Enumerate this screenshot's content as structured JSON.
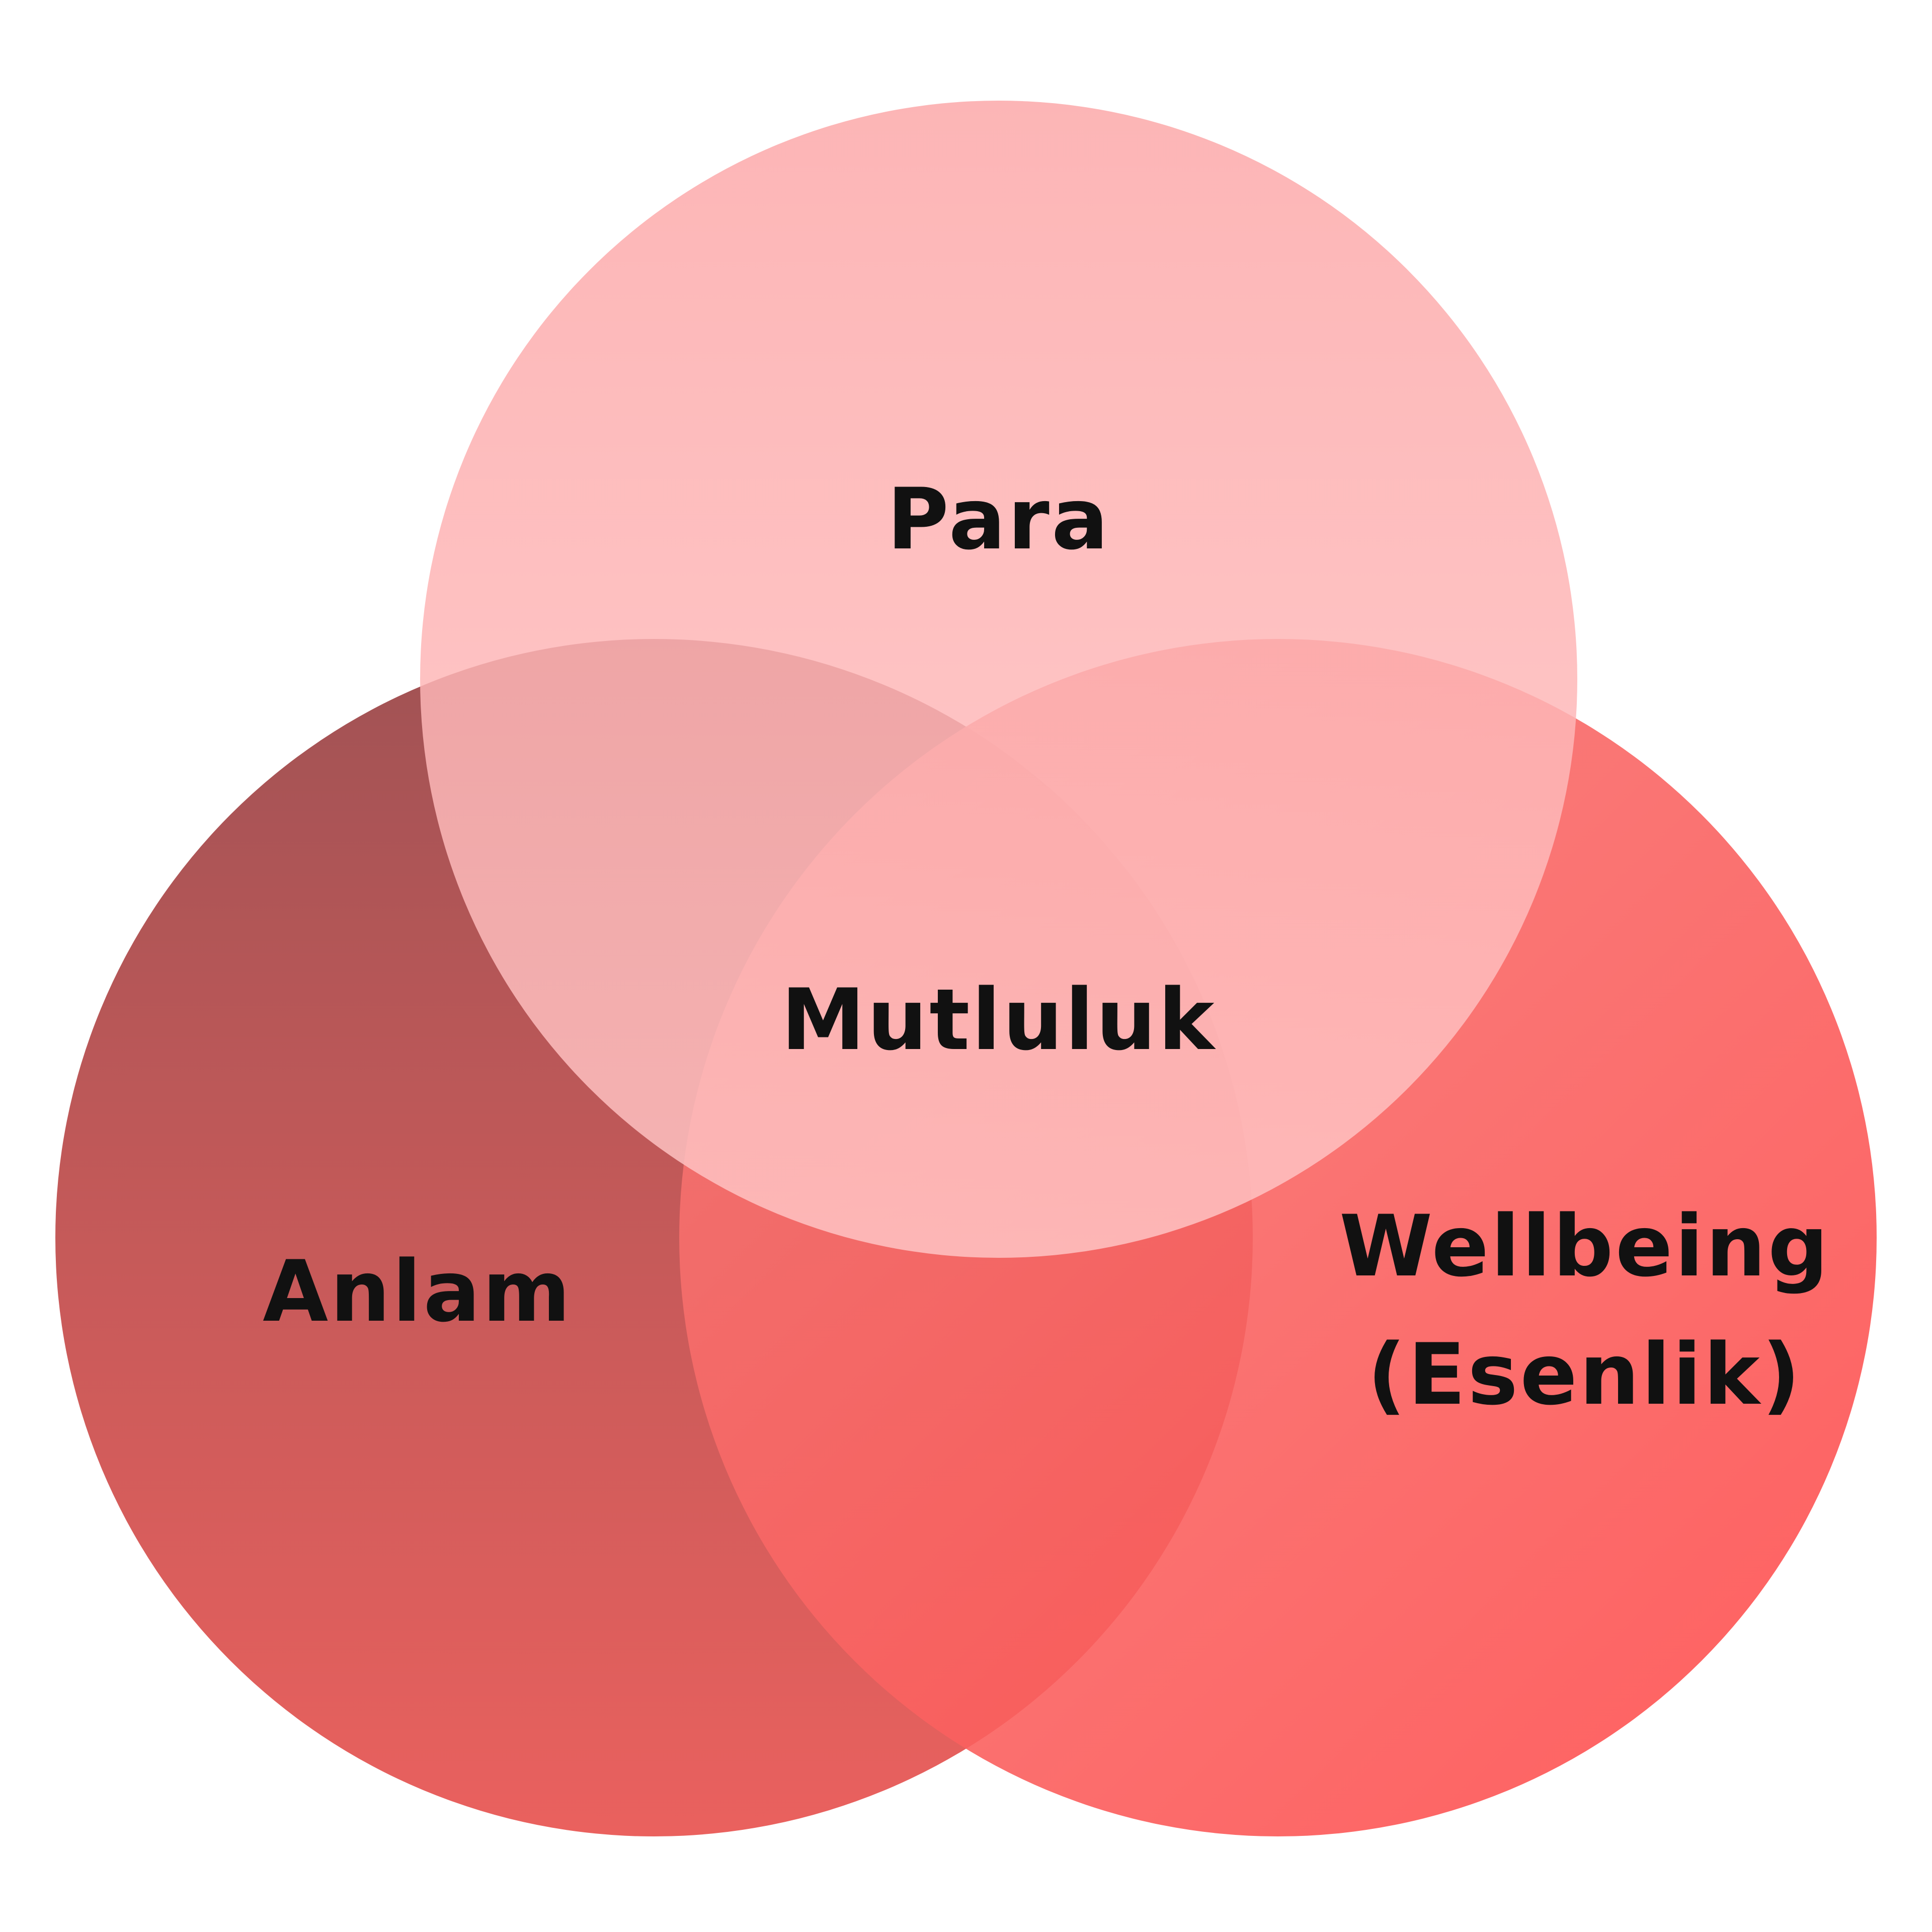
{
  "diagram": {
    "type": "venn",
    "sets": [
      {
        "id": "top",
        "label": "Para"
      },
      {
        "id": "left",
        "label": "Anlam"
      },
      {
        "id": "right",
        "label_line1": "Wellbeing",
        "label_line2": "(Esenlik)"
      }
    ],
    "center_label": "Mutluluk",
    "colors": {
      "top_start": "#fca7a8",
      "top_end": "#ffc5c5",
      "left_start": "#a05254",
      "left_end": "#ea615e",
      "right_start": "#f47a77",
      "right_end": "#ff4d4d",
      "background": "#ffffff",
      "text": "#111111"
    }
  }
}
